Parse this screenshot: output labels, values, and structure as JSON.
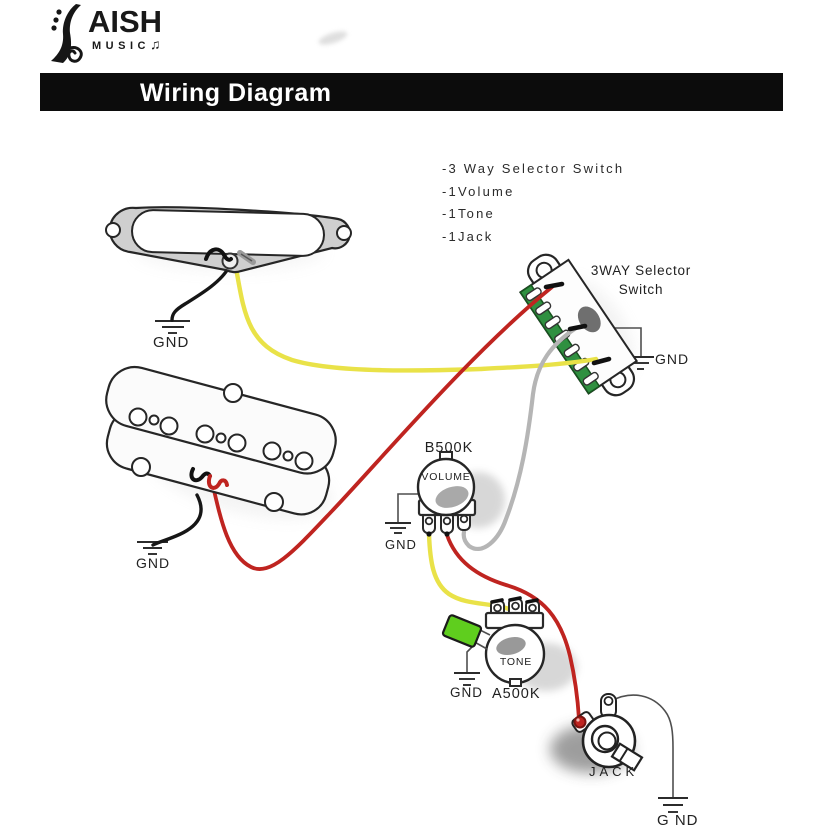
{
  "logo": {
    "brand": "AISH",
    "sub": "MUSIC",
    "note": "♫"
  },
  "header": {
    "title": "Wiring Diagram"
  },
  "features": {
    "items": [
      "-3 Way Selector Switch",
      "-1Volume",
      "-1Tone",
      "-1Jack"
    ]
  },
  "selector": {
    "label_line1": "3WAY Selector",
    "label_line2": "Switch",
    "gnd": "GND"
  },
  "volume": {
    "value": "B500K",
    "label": "VOLUME",
    "gnd": "GND"
  },
  "tone": {
    "label": "TONE",
    "value": "A500K",
    "gnd": "GND"
  },
  "jack": {
    "label": "JACK",
    "gnd": "G ND"
  },
  "neck_pickup": {
    "gnd": "GND"
  },
  "bridge_pickup": {
    "gnd": "GND"
  },
  "colors": {
    "wire_yellow": "#e9e248",
    "wire_red": "#bf2420",
    "wire_gray": "#b5b5b5",
    "wire_black": "#161616",
    "pcb_green": "#2f9040",
    "cap_green": "#5fce1e",
    "title_bg": "#0c0c0c",
    "title_text": "#ffffff"
  }
}
